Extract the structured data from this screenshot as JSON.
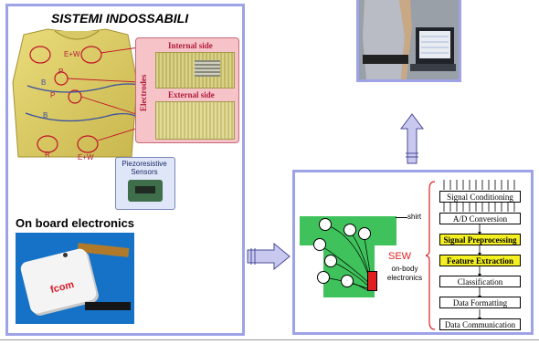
{
  "left_panel": {
    "title": "SISTEMI INDOSSABILI",
    "electrodes_label": "Electrodes",
    "internal_side_label": "Internal side",
    "external_side_label": "External side",
    "shirt_markers": [
      "E+W",
      "P",
      "B",
      "P",
      "B",
      "R",
      "E+W"
    ],
    "piezo_label": "Piezoresistive Sensors",
    "onboard_label": "On board electronics",
    "device_brand": "fcom"
  },
  "right_panel": {
    "shirt_label": "shirt",
    "sew_label": "SEW",
    "onboard_label": "on-body electronics",
    "stages": [
      {
        "label": "Signal Conditioning",
        "highlight": false
      },
      {
        "label": "A/D Conversion",
        "highlight": false
      },
      {
        "label": "Signal Preprocessing",
        "highlight": true
      },
      {
        "label": "Feature Extraction",
        "highlight": true
      },
      {
        "label": "Classification",
        "highlight": false
      },
      {
        "label": "Data Formatting",
        "highlight": false
      },
      {
        "label": "Data Communication",
        "highlight": false
      }
    ]
  },
  "colors": {
    "panel_border": "#9ea3e6",
    "arrow_fill": "#c9c9ef",
    "shirt_green": "#3fc25b",
    "highlight_yellow": "#f5f022",
    "sew_red": "#e02020"
  }
}
